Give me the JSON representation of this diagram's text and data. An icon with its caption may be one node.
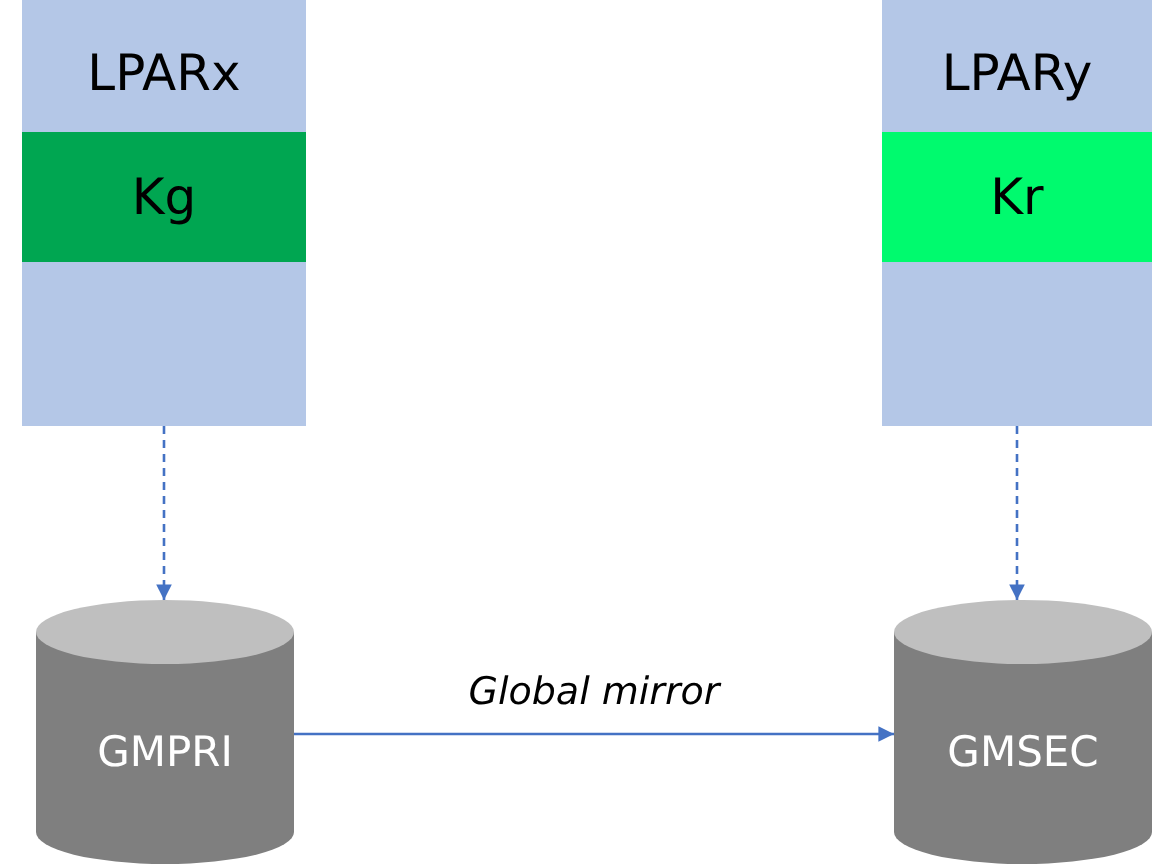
{
  "diagram": {
    "nodes": [
      {
        "text": [
          "LPARx"
        ]
      },
      {
        "text": [
          "Kg"
        ],
        "in": 0
      },
      {
        "text": [
          "LPARy"
        ]
      },
      {
        "text": [
          "Kr"
        ],
        "in": 2
      },
      {
        "text": [
          "GMPRI"
        ]
      },
      {
        "text": [
          "GMSEC"
        ]
      }
    ],
    "edges": [
      {
        "from": 0,
        "to": 4,
        "arrow": "to",
        "style": "dashed"
      },
      {
        "from": 2,
        "to": 5,
        "arrow": "to",
        "style": "dashed"
      },
      {
        "from": 4,
        "to": 5,
        "arrow": "to",
        "label": "Global mirror"
      }
    ]
  }
}
